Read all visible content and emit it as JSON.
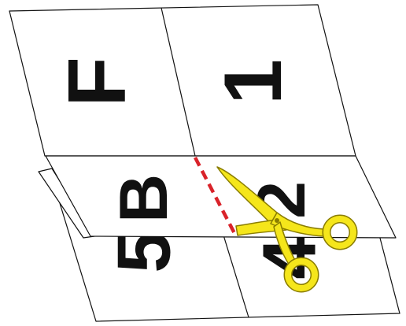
{
  "panels": {
    "top_left": "F",
    "top_right": "1",
    "middle_left": "B",
    "middle_right": "2",
    "bottom_left": "5",
    "bottom_right": "4"
  },
  "colors": {
    "outline": "#111111",
    "paper": "#ffffff",
    "cut_line": "#d9232a",
    "scissors_fill": "#f5e61b",
    "scissors_stroke": "#8a7d00"
  },
  "icons": {
    "scissors": "scissors-icon"
  }
}
